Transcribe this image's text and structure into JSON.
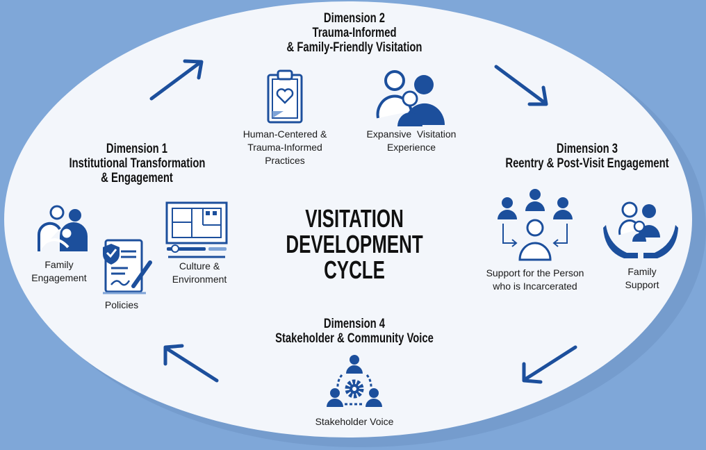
{
  "colors": {
    "accent": "#1c4f9c",
    "accent_light": "#7ea3d6",
    "background": "#7fa7d8",
    "ellipse": "#f3f6fb"
  },
  "center": {
    "line1": "VISITATION",
    "line2": "DEVELOPMENT CYCLE"
  },
  "dimension1": {
    "lines": [
      "Dimension 1",
      "Institutional Transformation",
      "& Engagement"
    ],
    "items": [
      {
        "label_lines": [
          "Family",
          "Engagement"
        ],
        "icon": "family-embrace-icon"
      },
      {
        "label_lines": [
          "Policies"
        ],
        "icon": "policy-document-icon"
      },
      {
        "label_lines": [
          "Culture &",
          "Environment"
        ],
        "icon": "floor-plan-icon"
      }
    ]
  },
  "dimension2": {
    "lines": [
      "Dimension 2",
      "Trauma-Informed",
      "& Family-Friendly Visitation"
    ],
    "items": [
      {
        "label_lines": [
          "Human-Centered &",
          "Trauma-Informed",
          "Practices"
        ],
        "icon": "clipboard-heart-icon"
      },
      {
        "label_lines": [
          "Expansive  Visitation",
          "Experience"
        ],
        "icon": "family-group-icon"
      }
    ]
  },
  "dimension3": {
    "lines": [
      "Dimension 3",
      "Reentry & Post-Visit Engagement"
    ],
    "items": [
      {
        "label_lines": [
          "Support for the Person",
          "who is Incarcerated"
        ],
        "icon": "support-network-icon"
      },
      {
        "label_lines": [
          "Family",
          "Support"
        ],
        "icon": "hands-family-icon"
      }
    ]
  },
  "dimension4": {
    "lines": [
      "Dimension 4",
      "Stakeholder & Community Voice"
    ],
    "items": [
      {
        "label_lines": [
          "Stakeholder Voice"
        ],
        "icon": "stakeholder-gear-icon"
      }
    ]
  }
}
